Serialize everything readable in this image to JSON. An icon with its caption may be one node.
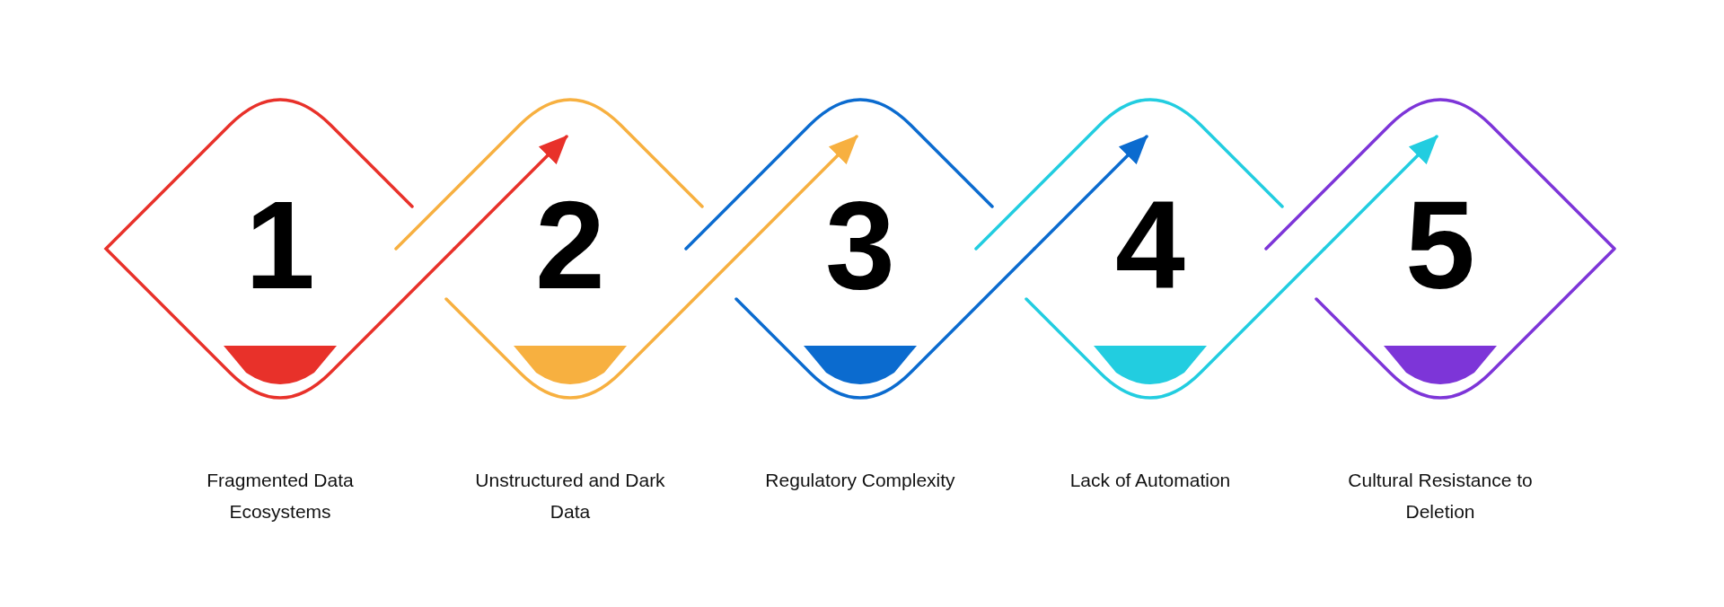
{
  "diagram": {
    "nodes": [
      {
        "text": [
          "1"
        ],
        "beside": [
          "Fragmented Data Ecosystems"
        ]
      },
      {
        "text": [
          "2"
        ],
        "beside": [
          "Unstructured and Dark Data"
        ]
      },
      {
        "text": [
          "3"
        ],
        "beside": [
          "Regulatory Complexity"
        ]
      },
      {
        "text": [
          "4"
        ],
        "beside": [
          "Lack of Automation"
        ]
      },
      {
        "text": [
          "5"
        ],
        "beside": [
          "Cultural Resistance to Deletion"
        ]
      }
    ],
    "edges": [
      {
        "from": 0,
        "to": 1,
        "arrow": "to",
        "color": "#e8312a"
      },
      {
        "from": 1,
        "to": 2,
        "arrow": "to",
        "color": "#f7b040"
      },
      {
        "from": 2,
        "to": 3,
        "arrow": "to",
        "color": "#0b6bcf"
      },
      {
        "from": 3,
        "to": 4,
        "arrow": "to",
        "color": "#22cde0"
      }
    ]
  }
}
